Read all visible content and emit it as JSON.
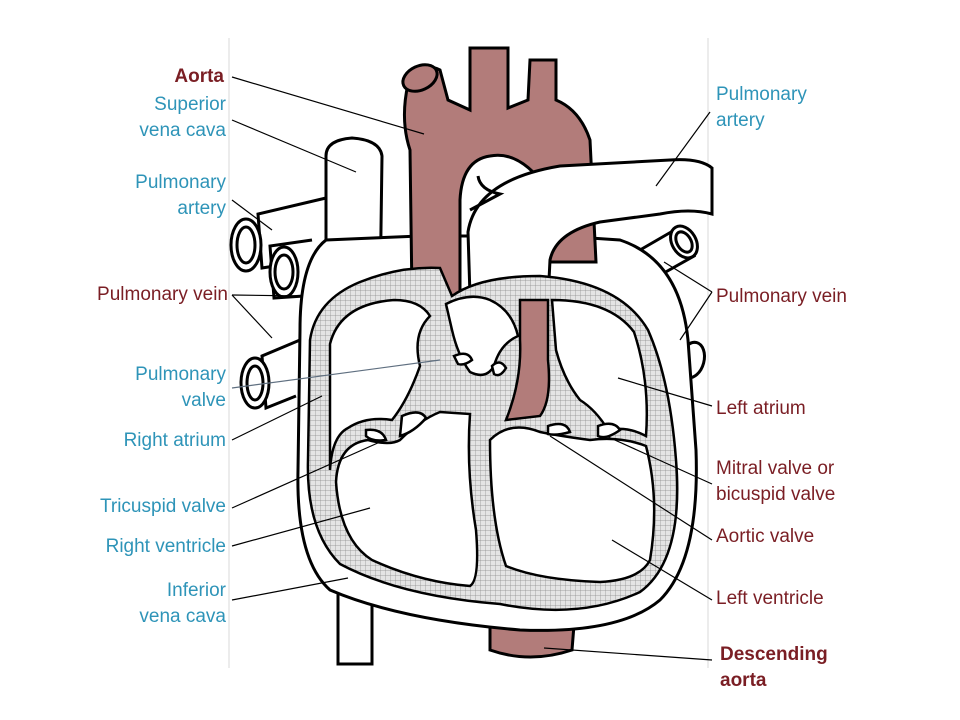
{
  "colors": {
    "blue_label": "#2e94b8",
    "red_label": "#7a1e24",
    "aorta_fill": "#b27c7a",
    "septum_fill": "#cfcfcf",
    "outline": "#000000"
  },
  "labels_left": [
    {
      "id": "aorta",
      "lines": [
        "Aorta"
      ],
      "color": "red",
      "bold": true
    },
    {
      "id": "superior-vena-cava",
      "lines": [
        "Superior",
        "vena cava"
      ],
      "color": "blue"
    },
    {
      "id": "pulmonary-artery-left",
      "lines": [
        "Pulmonary",
        "artery"
      ],
      "color": "blue"
    },
    {
      "id": "pulmonary-vein-left",
      "lines": [
        "Pulmonary vein"
      ],
      "color": "red"
    },
    {
      "id": "pulmonary-valve",
      "lines": [
        "Pulmonary",
        "valve"
      ],
      "color": "blue"
    },
    {
      "id": "right-atrium",
      "lines": [
        "Right atrium"
      ],
      "color": "blue"
    },
    {
      "id": "tricuspid-valve",
      "lines": [
        "Tricuspid valve"
      ],
      "color": "blue"
    },
    {
      "id": "right-ventricle",
      "lines": [
        "Right ventricle"
      ],
      "color": "blue"
    },
    {
      "id": "inferior-vena-cava",
      "lines": [
        "Inferior",
        "vena cava"
      ],
      "color": "blue"
    }
  ],
  "labels_right": [
    {
      "id": "pulmonary-artery-right",
      "lines": [
        "Pulmonary",
        "artery"
      ],
      "color": "blue"
    },
    {
      "id": "pulmonary-vein-right",
      "lines": [
        "Pulmonary vein"
      ],
      "color": "red"
    },
    {
      "id": "left-atrium",
      "lines": [
        "Left atrium"
      ],
      "color": "red"
    },
    {
      "id": "mitral-valve",
      "lines": [
        "Mitral valve or",
        "bicuspid valve"
      ],
      "color": "red"
    },
    {
      "id": "aortic-valve",
      "lines": [
        "Aortic valve"
      ],
      "color": "red"
    },
    {
      "id": "left-ventricle",
      "lines": [
        "Left ventricle"
      ],
      "color": "red"
    },
    {
      "id": "descending-aorta",
      "lines": [
        "Descending",
        "aorta"
      ],
      "color": "red",
      "bold": true
    }
  ]
}
